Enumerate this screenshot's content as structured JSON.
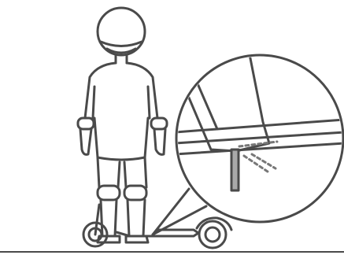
{
  "illustration": {
    "line_color": "#4a4a4a",
    "dash_color": "#777777",
    "accent_color": "#a9a9a9",
    "background_color": "#ffffff",
    "icons": [
      "rider-figure",
      "helmet",
      "elbow-pad",
      "knee-pad",
      "scooter",
      "magnifier-callout",
      "foot-on-deck",
      "kickstand"
    ]
  }
}
